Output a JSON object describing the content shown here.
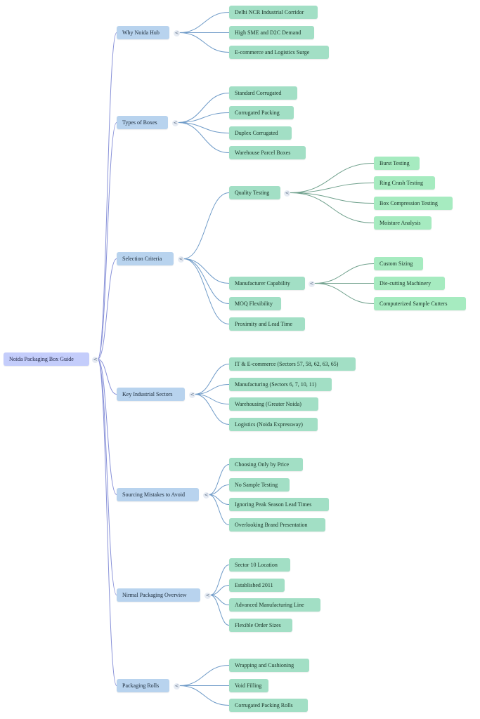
{
  "root": {
    "label": "Noida Packaging Box Guide"
  },
  "colors": {
    "root_fill": "#c4cdfb",
    "branch_fill": "#b8d3ee",
    "leaf_fill": "#a2dfc5",
    "subleaf_fill": "#a6ebc0",
    "root_link": "#8891d8",
    "branch_link": "#6f9bc8",
    "leaf_link": "#6fa08c"
  },
  "toggle_icon": "chevron-collapse-icon",
  "toggle_glyph": "<",
  "branches": [
    {
      "label": "Why Noida Hub",
      "children": [
        {
          "label": "Delhi NCR Industrial Corridor"
        },
        {
          "label": "High SME and D2C Demand"
        },
        {
          "label": "E-commerce and Logistics Surge"
        }
      ]
    },
    {
      "label": "Types of Boxes",
      "children": [
        {
          "label": "Standard Corrugated"
        },
        {
          "label": "Corrugated Packing"
        },
        {
          "label": "Duplex Corrugated"
        },
        {
          "label": "Warehouse Parcel Boxes"
        }
      ]
    },
    {
      "label": "Selection Criteria",
      "children": [
        {
          "label": "Quality Testing",
          "children": [
            {
              "label": "Burst Testing"
            },
            {
              "label": "Ring Crush Testing"
            },
            {
              "label": "Box Compression Testing"
            },
            {
              "label": "Moisture Analysis"
            }
          ]
        },
        {
          "label": "Manufacturer Capability",
          "children": [
            {
              "label": "Custom Sizing"
            },
            {
              "label": "Die-cutting Machinery"
            },
            {
              "label": "Computerized Sample Cutters"
            }
          ]
        },
        {
          "label": "MOQ Flexibility"
        },
        {
          "label": "Proximity and Lead Time"
        }
      ]
    },
    {
      "label": "Key Industrial Sectors",
      "children": [
        {
          "label": "IT & E-commerce (Sectors 57, 58, 62, 63, 65)"
        },
        {
          "label": "Manufacturing (Sectors 6, 7, 10, 11)"
        },
        {
          "label": "Warehousing (Greater Noida)"
        },
        {
          "label": "Logistics (Noida Expressway)"
        }
      ]
    },
    {
      "label": "Sourcing Mistakes to Avoid",
      "children": [
        {
          "label": "Choosing Only by Price"
        },
        {
          "label": "No Sample Testing"
        },
        {
          "label": "Ignoring Peak Season Lead Times"
        },
        {
          "label": "Overlooking Brand Presentation"
        }
      ]
    },
    {
      "label": "Nirmal Packaging Overview",
      "children": [
        {
          "label": "Sector 10 Location"
        },
        {
          "label": "Established 2011"
        },
        {
          "label": "Advanced Manufacturing Line"
        },
        {
          "label": "Flexible Order Sizes"
        }
      ]
    },
    {
      "label": "Packaging Rolls",
      "children": [
        {
          "label": "Wrapping and Cushioning"
        },
        {
          "label": "Void Filling"
        },
        {
          "label": "Corrugated Packing Rolls"
        }
      ]
    }
  ]
}
